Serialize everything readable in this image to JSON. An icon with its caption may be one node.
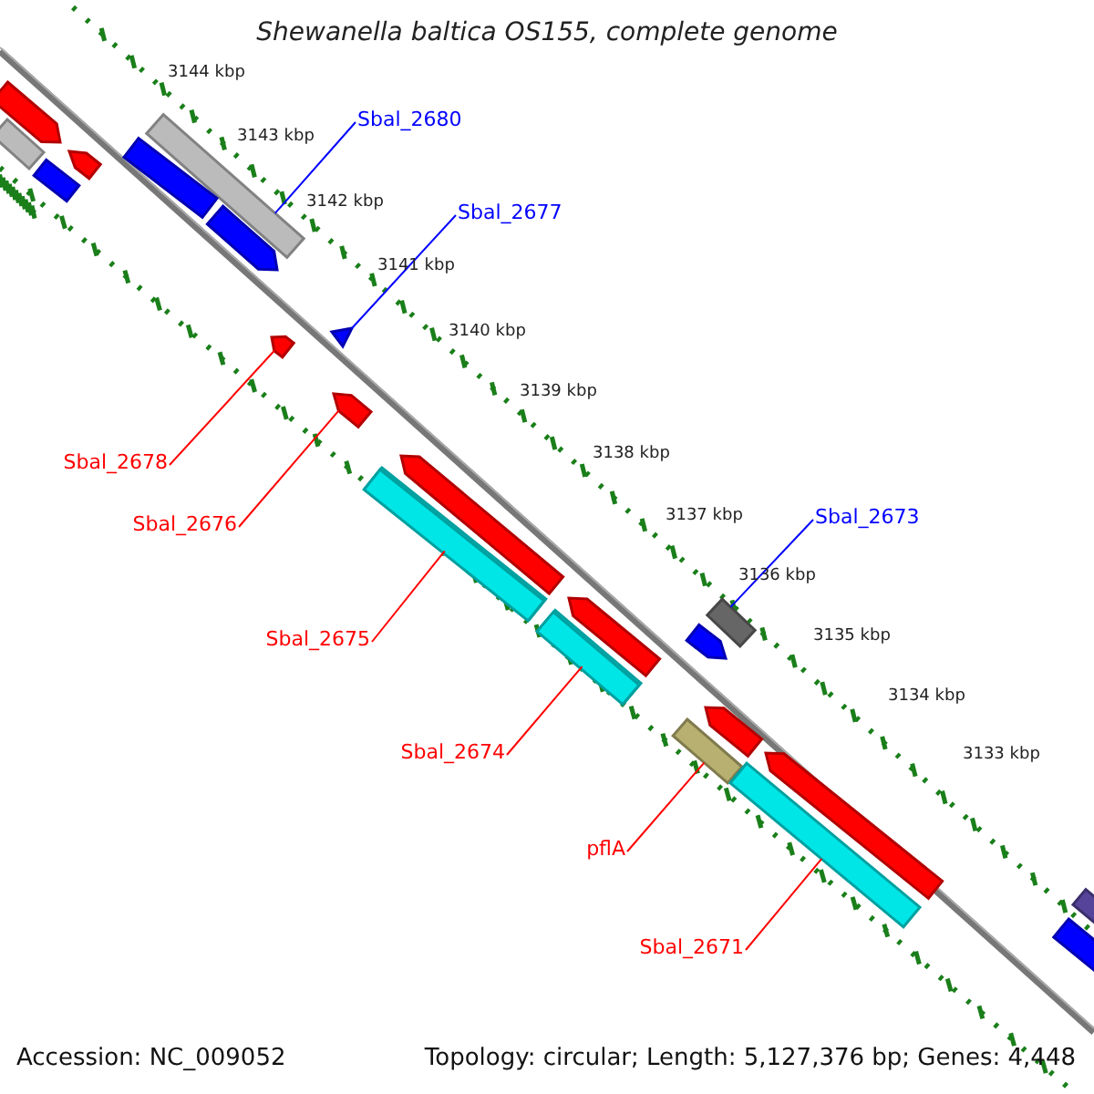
{
  "diagram": {
    "title": "Shewanella baltica OS155, complete genome",
    "nodes": [
      {
        "text": [
          "Sbal_2680"
        ]
      },
      {
        "text": [
          "Sbal_2677"
        ]
      },
      {
        "text": [
          "Sbal_2673"
        ]
      },
      {
        "text": [
          "Sbal_2678"
        ]
      },
      {
        "text": [
          "Sbal_2676"
        ]
      },
      {
        "text": [
          "Sbal_2675"
        ]
      },
      {
        "text": [
          "Sbal_2674"
        ]
      },
      {
        "text": [
          "pflA"
        ]
      },
      {
        "text": [
          "Sbal_2671"
        ]
      },
      {
        "text": [],
        "shape": "bar"
      },
      {
        "text": [],
        "shape": "triangle"
      },
      {
        "text": [],
        "shape": "bar"
      },
      {
        "text": [],
        "shape": "arrow"
      },
      {
        "text": [],
        "shape": "arrow"
      },
      {
        "text": [],
        "shape": "bar"
      },
      {
        "text": [],
        "shape": "bar"
      },
      {
        "text": [],
        "shape": "bar"
      },
      {
        "text": [],
        "shape": "bar"
      },
      {
        "text": [],
        "shape": "arrow"
      },
      {
        "text": [],
        "shape": "bar"
      },
      {
        "text": [],
        "shape": "arrow"
      },
      {
        "text": [],
        "shape": "bar"
      },
      {
        "text": [],
        "shape": "bar"
      },
      {
        "text": [],
        "shape": "arrow"
      },
      {
        "text": [],
        "shape": "arrow"
      },
      {
        "text": [],
        "shape": "bar"
      },
      {
        "text": [],
        "shape": "arrow"
      },
      {
        "text": [],
        "shape": "bar"
      },
      {
        "text": [],
        "shape": "arrow"
      },
      {
        "text": [],
        "shape": "arrow"
      },
      {
        "text": [],
        "shape": "arrow"
      },
      {
        "text": [],
        "shape": "bar"
      },
      {
        "text": [],
        "shape": "bar"
      }
    ],
    "edges": [
      {
        "from": 0,
        "to": 9,
        "arrow": "none",
        "color": "#0000ff"
      },
      {
        "from": 1,
        "to": 10,
        "arrow": "none",
        "color": "#0000ff"
      },
      {
        "from": 2,
        "to": 11,
        "arrow": "none",
        "color": "#0000ff"
      },
      {
        "from": 3,
        "to": 12,
        "arrow": "none"
      },
      {
        "from": 4,
        "to": 13,
        "arrow": "none"
      },
      {
        "from": 5,
        "to": 14,
        "arrow": "none"
      },
      {
        "from": 6,
        "to": 15,
        "arrow": "none"
      },
      {
        "from": 7,
        "to": 16,
        "arrow": "none"
      },
      {
        "from": 8,
        "to": 17,
        "arrow": "none"
      }
    ],
    "labels": [
      "3144 kbp",
      "3143 kbp",
      "3142 kbp",
      "3141 kbp",
      "3140 kbp",
      "3139 kbp",
      "3138 kbp",
      "3137 kbp",
      "3136 kbp",
      "3135 kbp",
      "3134 kbp",
      "3133 kbp",
      "Accession: NC_009052",
      "Topology: circular; Length: 5,127,376 bp; Genes: 4,448"
    ]
  }
}
